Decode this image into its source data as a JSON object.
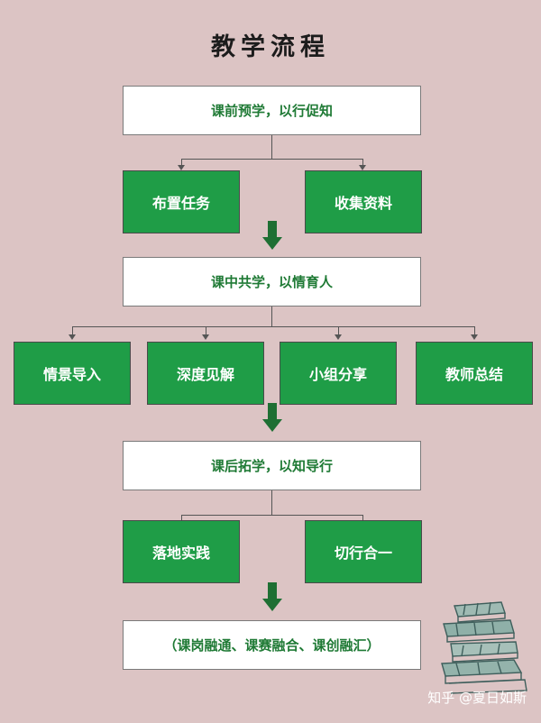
{
  "title": "教学流程",
  "stages": [
    {
      "label": "课前预学，以行促知",
      "tasks": [
        "布置任务",
        "收集资料"
      ]
    },
    {
      "label": "课中共学，以情育人",
      "tasks": [
        "情景导入",
        "深度见解",
        "小组分享",
        "教师总结"
      ]
    },
    {
      "label": "课后拓学，以知导行",
      "tasks": [
        "落地实践",
        "切行合一"
      ]
    }
  ],
  "final": "（课岗融通、课赛融合、课创融汇）",
  "watermark": "知乎 @夏日如斯",
  "colors": {
    "background": "#dcc4c4",
    "task_fill": "#1f9d47",
    "stage_text": "#1f7a35",
    "arrow": "#1e6f33"
  },
  "icons": [
    "book-stack-icon"
  ]
}
